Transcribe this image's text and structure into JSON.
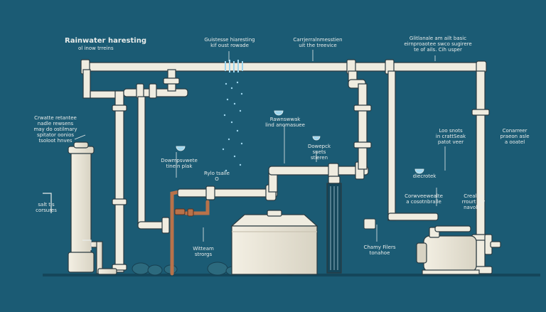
{
  "colors": {
    "background": "#1b5b74",
    "pipe": "#efece0",
    "pipe_outline": "#2a3a40",
    "copper": "#b8724a",
    "water": "#9fd6ee",
    "ground": "#14465a",
    "rock": "#2c6a7e",
    "label": "#e8ecea"
  },
  "labels": {
    "title": "Rainwater haresting",
    "title_sub": "ol inow trreins",
    "top_center": "Guistesse hiaresting\nkif oust rowade",
    "top_mid": "Carrjerralnmesstien\nuit the treevice",
    "top_right": "Glitlanale am ailt basic\neirnproaotee swco sugirere\nte of ails. Cih usper",
    "left_note": "Crwatte retantee\nnadle rewsens\nmay do ostilmary\nspitator oonios\ntsoloot hnves",
    "left_small": "salt tis\ncorsures",
    "downspout": "Dowmpsvwete\ntinein plak",
    "rain_sensor": "Rawnswwak\nlind anomasuee",
    "downspout2": "Dowepck\nsuets\nstieren",
    "rye_stalle": "Rylo tsalle\nO",
    "witteam": "Witteam\nstrorgs",
    "right_note1": "Loo snots\nin crattSeak\npatot veer",
    "right_note2": "Conarreer\npraeon asle\na ooatel",
    "diecrotek": "diecrotek",
    "convewealte": "Corwveewealte\na cosotnbralle",
    "creal": "Creal to\nrrourt tsy\nnavolde",
    "chemy": "Chamy Filers\ntonahoe"
  }
}
